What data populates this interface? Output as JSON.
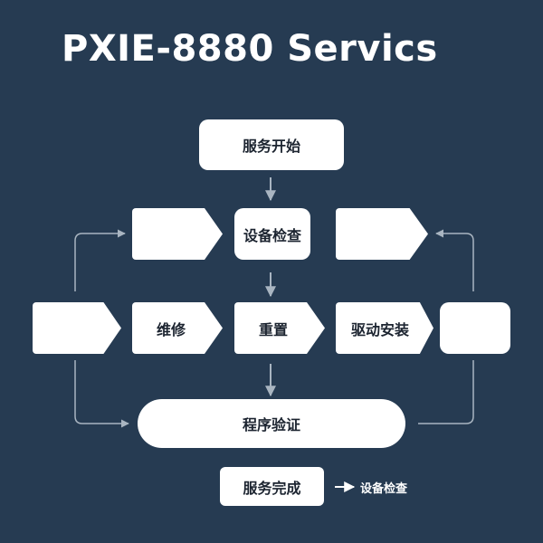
{
  "title": "PXIE-8880 Servics",
  "nodes": {
    "start": "服务开始",
    "inspect": "设备检查",
    "repair": "维修",
    "reset": "重置",
    "driver": "驱动安装",
    "verify": "程序验证",
    "complete": "服务完成"
  },
  "next_step": "设备检查",
  "colors": {
    "background": "#263b52",
    "node_fill": "#ffffff",
    "arrow": "#a9b5c1"
  }
}
